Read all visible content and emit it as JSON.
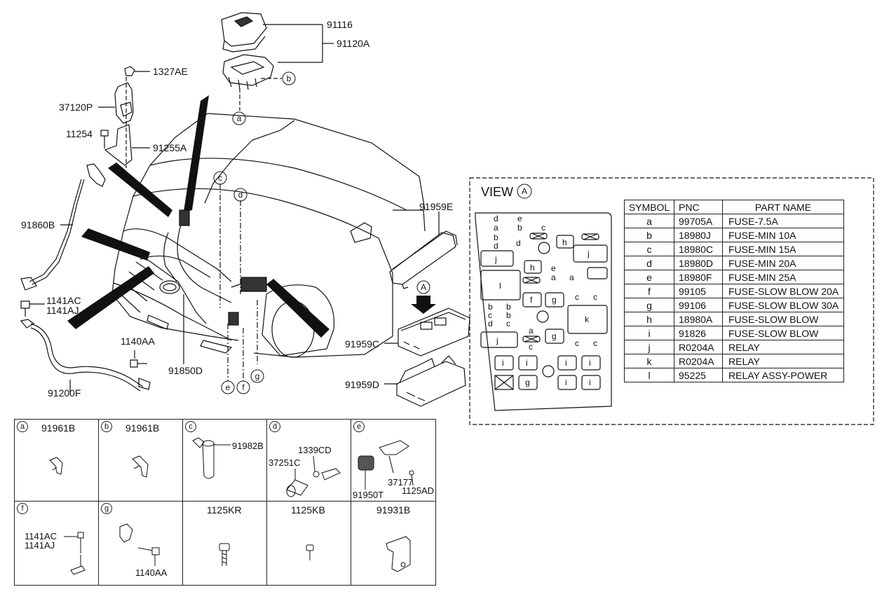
{
  "main_labels": {
    "cover": "91116",
    "junction_box": "91120A",
    "nut": "1327AE",
    "bracket": "37120P",
    "bolt": "11254",
    "bracket2": "91255A",
    "battery_cable": "91860B",
    "bolt_ac": "1141AC",
    "bolt_aj": "1141AJ",
    "bolt_aa": "1140AA",
    "wiring_harness": "91850D",
    "ground_cable": "91200F",
    "fuse_cover": "91959E",
    "fuse_block": "91959C",
    "fuse_lower": "91959D"
  },
  "circle_tags": {
    "a": "a",
    "b": "b",
    "c": "c",
    "d": "d",
    "e": "e",
    "f": "f",
    "g": "g",
    "A": "A"
  },
  "view": {
    "title": "VIEW",
    "tag": "A"
  },
  "fuse_layout": {
    "row1": [
      "d",
      "e"
    ],
    "row2": [
      "a",
      "b",
      "c"
    ],
    "row3": [
      "b"
    ],
    "row4": [
      "d",
      "d"
    ],
    "h1": "h",
    "j1": "j",
    "j2": "j",
    "h2": "h",
    "e2": "e",
    "a2": "a",
    "a3": "a",
    "l": "l",
    "f": "f",
    "g1": "g",
    "c1": "c",
    "c2": "c",
    "left_b1": "b",
    "left_b2": "b",
    "left_c1": "c",
    "left_b3": "b",
    "left_d": "d",
    "left_c2": "c",
    "k": "k",
    "a4": "a",
    "j3": "j",
    "g2": "g",
    "c3": "c",
    "c4": "c",
    "c5": "c",
    "i1": "i",
    "i2": "i",
    "i3": "i",
    "i4": "i",
    "g3": "g",
    "i5": "i",
    "i6": "i"
  },
  "parts_table": {
    "headers": [
      "SYMBOL",
      "PNC",
      "PART NAME"
    ],
    "rows": [
      {
        "symbol": "a",
        "pnc": "99705A",
        "name": "FUSE-7.5A"
      },
      {
        "symbol": "b",
        "pnc": "18980J",
        "name": "FUSE-MIN 10A"
      },
      {
        "symbol": "c",
        "pnc": "18980C",
        "name": "FUSE-MIN 15A"
      },
      {
        "symbol": "d",
        "pnc": "18980D",
        "name": "FUSE-MIN 20A"
      },
      {
        "symbol": "e",
        "pnc": "18980F",
        "name": "FUSE-MIN 25A"
      },
      {
        "symbol": "f",
        "pnc": "99105",
        "name": "FUSE-SLOW BLOW 20A"
      },
      {
        "symbol": "g",
        "pnc": "99106",
        "name": "FUSE-SLOW BLOW 30A"
      },
      {
        "symbol": "h",
        "pnc": "18980A",
        "name": "FUSE-SLOW BLOW"
      },
      {
        "symbol": "i",
        "pnc": "91826",
        "name": "FUSE-SLOW BLOW"
      },
      {
        "symbol": "j",
        "pnc": "R0204A",
        "name": "RELAY"
      },
      {
        "symbol": "k",
        "pnc": "R0204A",
        "name": "RELAY"
      },
      {
        "symbol": "l",
        "pnc": "95225",
        "name": "RELAY ASSY-POWER"
      }
    ]
  },
  "grid": {
    "a": {
      "tag": "a",
      "code": "91961B"
    },
    "b": {
      "tag": "b",
      "code": "91961B"
    },
    "c": {
      "tag": "c",
      "part": "91982B"
    },
    "d": {
      "tag": "d",
      "part1": "1339CD",
      "part2": "37251C"
    },
    "e": {
      "tag": "e",
      "part1": "37177",
      "part2": "91950T",
      "part3": "1125AD"
    },
    "f": {
      "tag": "f",
      "part1": "1141AC",
      "part2": "1141AJ"
    },
    "g": {
      "tag": "g",
      "part": "1140AA"
    },
    "h": {
      "code": "1125KR"
    },
    "i": {
      "code": "1125KB"
    },
    "j": {
      "code": "91931B"
    }
  }
}
